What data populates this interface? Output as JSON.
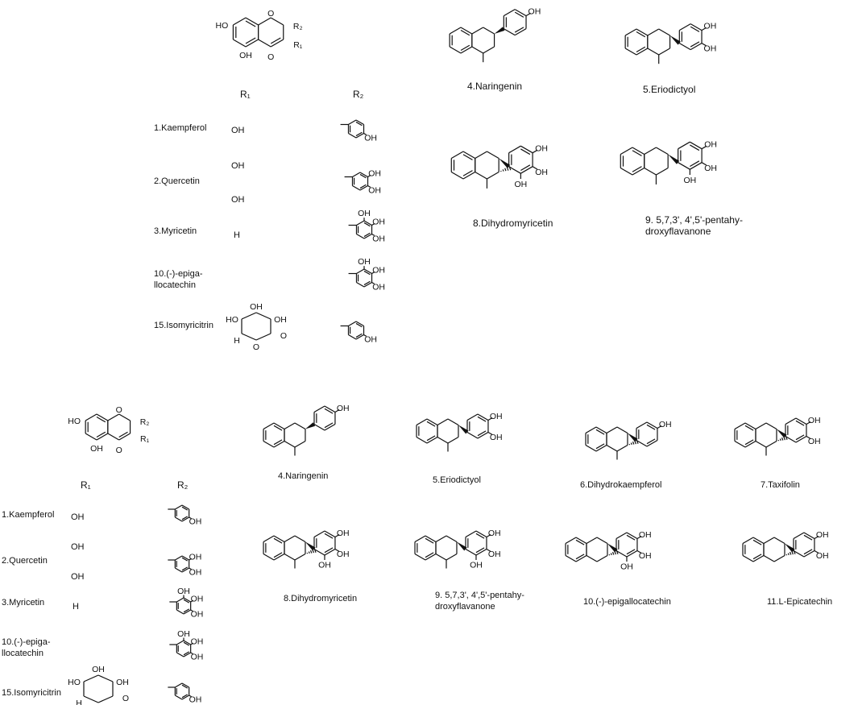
{
  "top": {
    "header_r1": "R₁",
    "header_r2": "R₂",
    "core": {
      "ho_a": "HO",
      "o_ring": "O",
      "r2": "R₂",
      "r1": "R₁",
      "oh": "OH",
      "o_keto": "O"
    },
    "rows": [
      {
        "label": "1.Kaempferol",
        "r1": "OH",
        "r2": "OH"
      },
      {
        "label": "2.Quercetin",
        "r1": "OH",
        "r1b": "OH",
        "r2": "OH"
      },
      {
        "label": "3.Myricetin",
        "r1": "H",
        "r2": "OH"
      },
      {
        "label": "10.(-)-epiga-llocatechin",
        "r2": "OH"
      },
      {
        "label": "15.Isomyricitrin",
        "r2": "OH",
        "sugar": {
          "ho": "HO",
          "oh_top": "OH",
          "oh_r": "OH",
          "h": "H",
          "o": "O",
          "ome": "O"
        }
      }
    ],
    "compounds": [
      {
        "label": "4.Naringenin"
      },
      {
        "label": "5.Eriodictyol"
      },
      {
        "label": "8.Dihydromyricetin"
      },
      {
        "label": "9.     5,7,3', 4',5'-pentahy-droxyflavanone"
      }
    ]
  },
  "bottom": {
    "header_r1": "R₁",
    "header_r2": "R₂",
    "rows": [
      {
        "label": "1.Kaempferol",
        "r1": "OH"
      },
      {
        "label": "2.Quercetin",
        "r1": "OH",
        "r1b": "OH"
      },
      {
        "label": "3.Myricetin",
        "r1": "H"
      },
      {
        "label": "10.(-)-epiga-llocatechin"
      },
      {
        "label": "15.Isomyricitrin"
      }
    ],
    "compounds": [
      {
        "label": "4.Naringenin"
      },
      {
        "label": "5.Eriodictyol"
      },
      {
        "label": "6.Dihydrokaempferol"
      },
      {
        "label": "7.Taxifolin"
      },
      {
        "label": "8.Dihydromyricetin"
      },
      {
        "label": "9.     5,7,3', 4',5'-pentahy-droxyflavanone"
      },
      {
        "label": "10.(-)-epigallocatechin"
      },
      {
        "label": "11.L-Epicatechin"
      }
    ]
  }
}
